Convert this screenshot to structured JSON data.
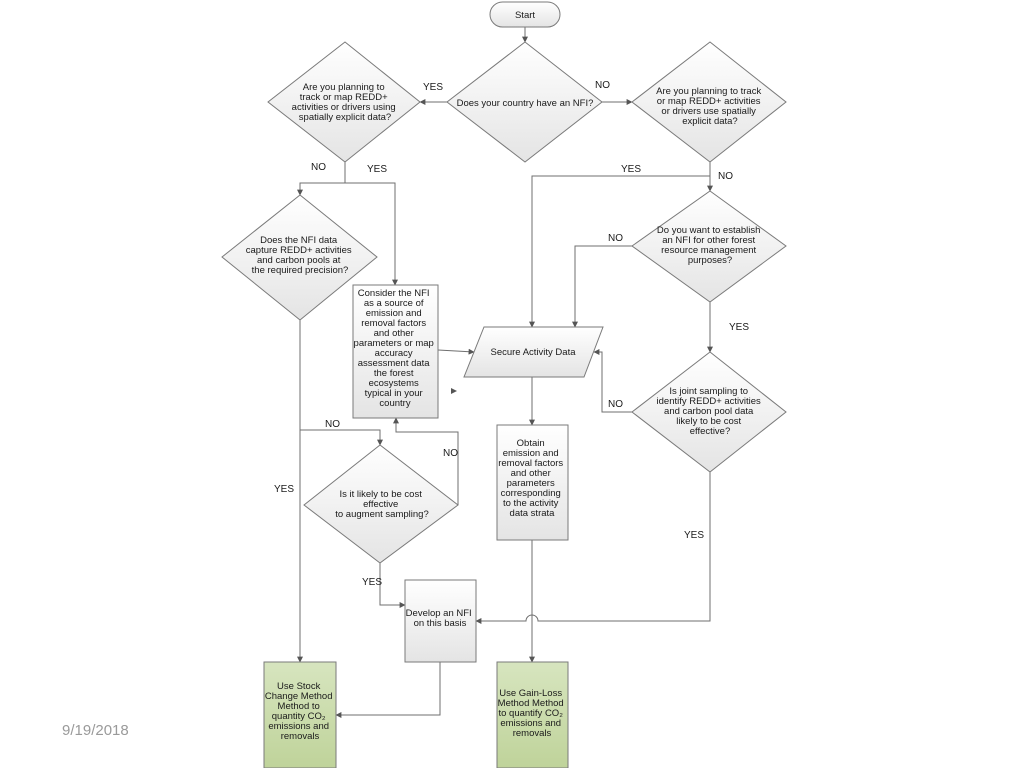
{
  "slide": {
    "date": "9/19/2018"
  },
  "flowchart": {
    "start": "Start",
    "q_nfi": "Does your country have an NFI?",
    "q_left_track": [
      "Are you planning to",
      "track or map REDD+",
      "activities or drivers using",
      "spatially explicit data?"
    ],
    "q_right_track": [
      "Are you planning to track",
      "or map REDD+ activities",
      "or drivers use spatially",
      "explicit data?"
    ],
    "q_nfi_capture": [
      "Does the NFI data",
      "capture REDD+ activities",
      "and carbon pools at",
      "the required precision?"
    ],
    "consider_nfi": [
      "Consider the NFI",
      "as a source of",
      "emission and",
      "removal factors",
      "and other",
      "parameters or map",
      "accuracy",
      "assessment data",
      "the forest",
      "ecosystems",
      "typical in your",
      "country"
    ],
    "q_establish_nfi": [
      "Do you want to establish",
      "an NFI for other forest",
      "resource management",
      "purposes?"
    ],
    "secure_activity": "Secure Activity Data",
    "q_joint_sampling": [
      "Is joint sampling to",
      "identify REDD+ activities",
      "and carbon pool data",
      "likely to be cost",
      "effective?"
    ],
    "q_augment": [
      "Is it likely to be cost",
      "effective",
      "to augment sampling?"
    ],
    "obtain_factors": [
      "Obtain",
      "emission and",
      "removal factors",
      "and other",
      "parameters",
      "corresponding",
      "to the activity",
      "data strata"
    ],
    "develop_nfi": [
      "Develop an NFI",
      "on this basis"
    ],
    "stock_change": [
      "Use Stock",
      "Change Method",
      "Method to",
      "quantity CO₂",
      "emissions and",
      "removals"
    ],
    "gain_loss": [
      "Use Gain-Loss",
      "Method Method",
      "to quantify CO₂",
      "emissions and",
      "removals"
    ],
    "yes": "YES",
    "no": "NO"
  }
}
